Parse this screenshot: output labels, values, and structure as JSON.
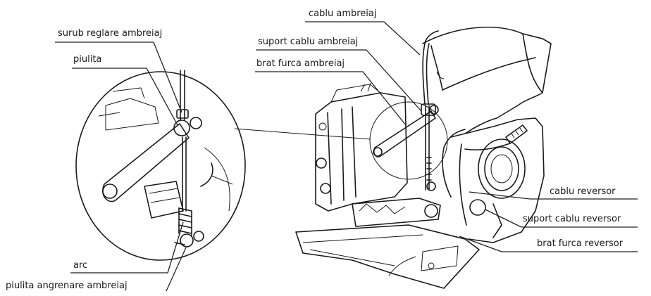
{
  "labels": {
    "cablu_ambreiaj": "cablu ambreiaj",
    "suport_cablu_ambreiaj": "suport cablu ambreiaj",
    "brat_furca_ambreiaj": "brat furca ambreiaj",
    "surub_reglare_ambreiaj": "surub reglare ambreiaj",
    "piulita": "piulita",
    "cablu_reversor": "cablu reversor",
    "suport_cablu_reversor": "suport cablu reversor",
    "brat_furca_reversor": "brat furca reversor",
    "arc": "arc",
    "piulita_angrenare_ambreiaj": "piulita angrenare ambreiaj"
  },
  "colors": {
    "line": "#222222",
    "text": "#1a1a1a",
    "background": "#ffffff"
  }
}
